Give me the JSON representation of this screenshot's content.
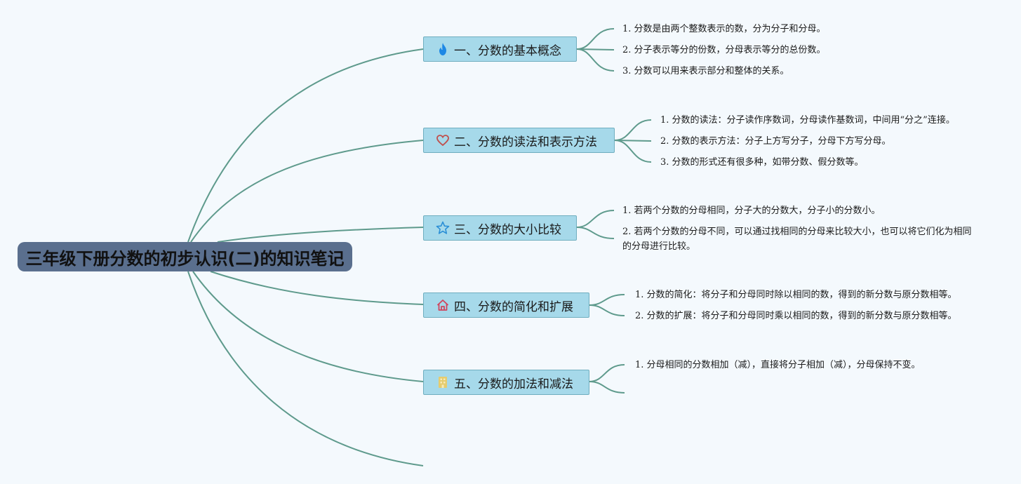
{
  "root": {
    "title": "三年级下册分数的初步认识(二)的知识笔记"
  },
  "topics": [
    {
      "label": "一、分数的基本概念",
      "icon": "flame-icon",
      "icon_color": "#1e88e5",
      "notes": [
        "1. 分数是由两个整数表示的数，分为分子和分母。",
        "2. 分子表示等分的份数，分母表示等分的总份数。",
        "3. 分数可以用来表示部分和整体的关系。"
      ]
    },
    {
      "label": "二、分数的读法和表示方法",
      "icon": "heart-icon",
      "icon_color": "#c0504d",
      "notes": [
        "1. 分数的读法：分子读作序数词，分母读作基数词，中间用“分之”连接。",
        "2. 分数的表示方法：分子上方写分子，分母下方写分母。",
        "3. 分数的形式还有很多种，如带分数、假分数等。"
      ]
    },
    {
      "label": "三、分数的大小比较",
      "icon": "star-icon",
      "icon_color": "#2b8fd6",
      "notes": [
        "1. 若两个分数的分母相同，分子大的分数大，分子小的分数小。",
        "2. 若两个分数的分母不同，可以通过找相同的分母来比较大小，也可以将它们化为相同的分母进行比较。"
      ]
    },
    {
      "label": "四、分数的简化和扩展",
      "icon": "home-icon",
      "icon_color": "#d0455e",
      "notes": [
        "1. 分数的简化：将分子和分母同时除以相同的数，得到的新分数与原分数相等。",
        "2. 分数的扩展：将分子和分母同时乘以相同的数，得到的新分数与原分数相等。"
      ]
    },
    {
      "label": "五、分数的加法和减法",
      "icon": "building-icon",
      "icon_color": "#e0c060",
      "notes": [
        "1. 分母相同的分数相加（减），直接将分子相加（减），分母保持不变。"
      ]
    }
  ],
  "colors": {
    "background": "#f4f9fd",
    "root_fill": "#5a6f8e",
    "topic_fill": "#a6d9ea",
    "connector": "#5e9a8c"
  }
}
